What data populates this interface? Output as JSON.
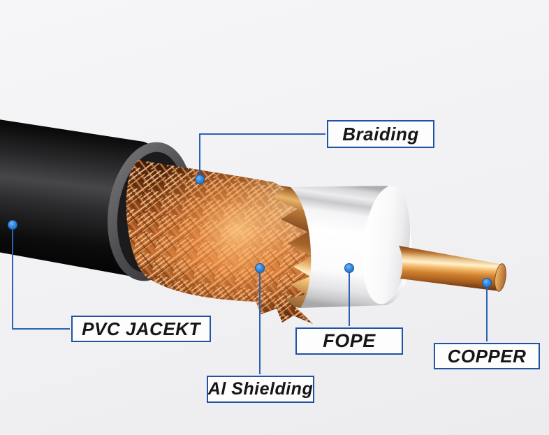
{
  "callouts": [
    {
      "id": "braiding",
      "text": "Braiding"
    },
    {
      "id": "pvc-jacket",
      "text": "PVC JACEKT"
    },
    {
      "id": "al-shielding",
      "text": "Al Shielding"
    },
    {
      "id": "fope",
      "text": "FOPE"
    },
    {
      "id": "copper",
      "text": "COPPER"
    }
  ],
  "colors": {
    "callout_border_blue": "#2053a4",
    "leader_line_blue": "#2b62b8",
    "pointer_dot_blue": "#2f86d9",
    "jacket_black": "#0a0a0a",
    "braid_copper": "#c87840",
    "shield_copper_highlight": "#ffedc0",
    "dielectric_white": "#ffffff",
    "conductor_copper": "#d1822f",
    "background_gray": "#f1f1f3"
  }
}
